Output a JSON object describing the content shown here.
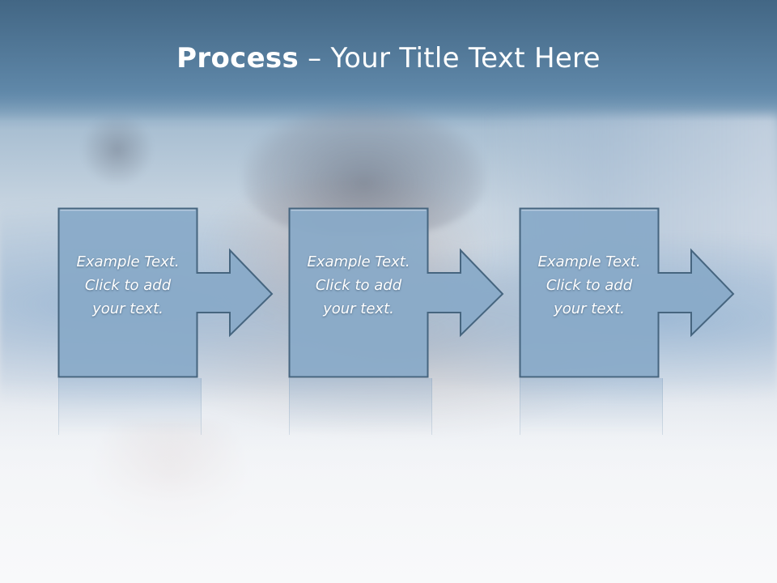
{
  "slide": {
    "title_bold": "Process",
    "title_rest": " – Your Title Text Here"
  },
  "steps": [
    {
      "text": "Example Text.\nClick  to add\nyour text."
    },
    {
      "text": "Example Text.\nClick  to add\nyour text."
    },
    {
      "text": "Example Text.\nClick  to add\nyour text."
    }
  ],
  "colors": {
    "box_fill": "#88a9c8",
    "box_stroke": "#46657f",
    "title_band": "#4a6f8e",
    "text": "#ffffff"
  }
}
